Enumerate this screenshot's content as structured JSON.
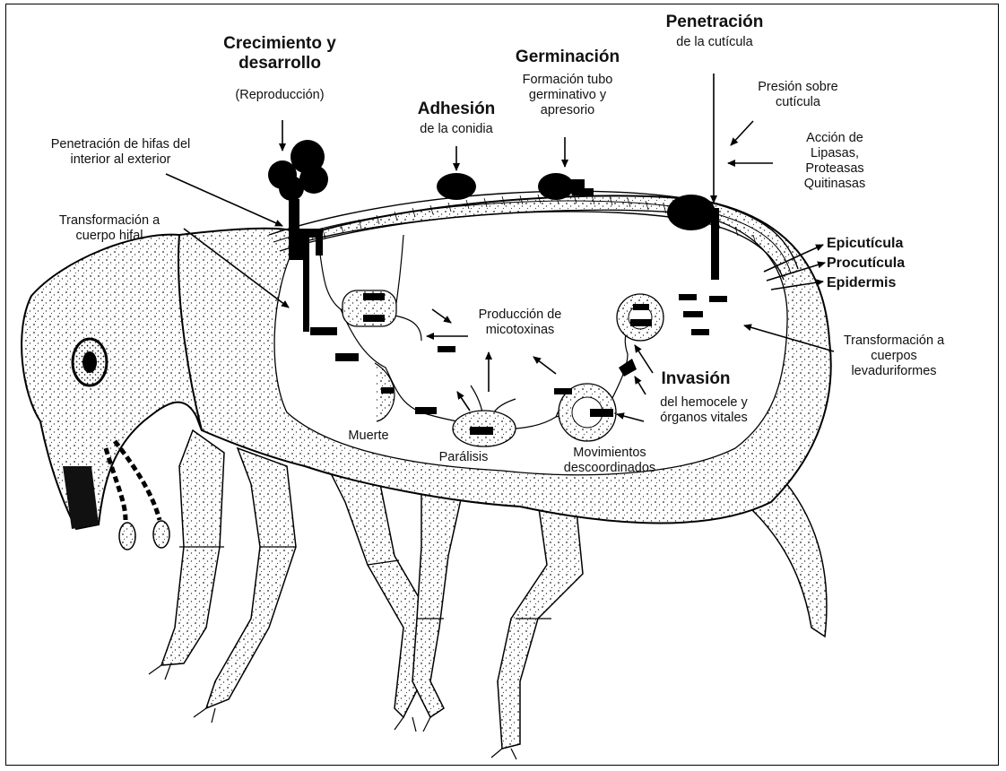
{
  "labels": {
    "crecimiento_title": "Crecimiento y desarrollo",
    "crecimiento_sub": "(Reproducción)",
    "adhesion_title": "Adhesión",
    "adhesion_sub": "de la conidia",
    "germinacion_title": "Germinación",
    "germinacion_sub": "Formación tubo germinativo y apresorio",
    "penetracion_title": "Penetración",
    "penetracion_sub": "de la cutícula",
    "presion": "Presión sobre cutícula",
    "accion": "Acción de Lipasas, Proteasas Quitinasas",
    "penetracion_hifas": "Penetración de hifas del interior al exterior",
    "transformacion_hifal": "Transformación a cuerpo hifal",
    "epicuticula": "Epicutícula",
    "procuticula": "Procutícula",
    "epidermis": "Epidermis",
    "produccion": "Producción de micotoxinas",
    "transformacion_levad": "Transformación a cuerpos levaduriformes",
    "invasion_title": "Invasión",
    "invasion_sub": "del hemocele y órganos vitales",
    "muerte": "Muerte",
    "paralisis": "Parálisis",
    "movimientos": "Movimientos descoordinados"
  }
}
